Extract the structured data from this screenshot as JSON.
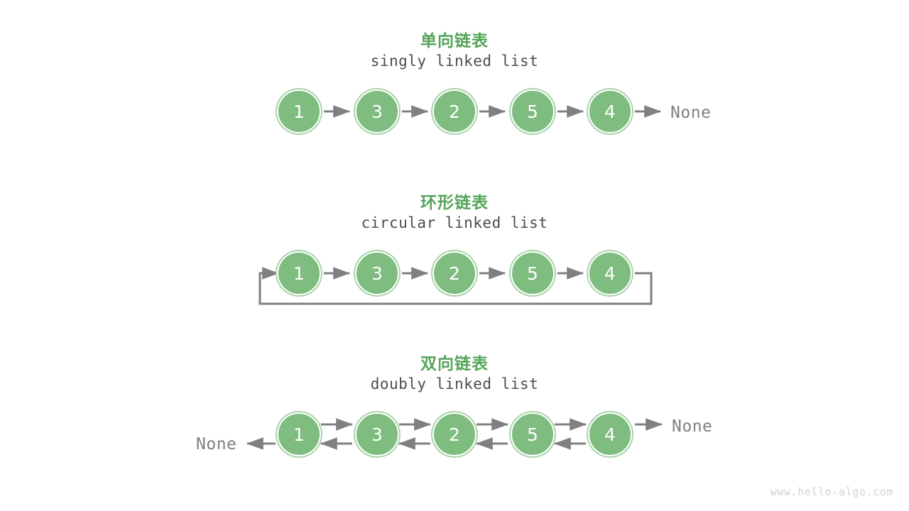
{
  "watermark": "www.hello-algo.com",
  "colors": {
    "node_fill": "#7ebc80",
    "node_ring": "#a9d3aa",
    "title_green": "#55a45a",
    "arrow_gray": "#808080",
    "subtitle_gray": "#4d4d4d",
    "none_gray": "#808080",
    "background": "#ffffff",
    "watermark_gray": "#d2d2d2"
  },
  "sections": [
    {
      "id": "singly",
      "title": "单向链表",
      "subtitle": "singly linked list",
      "values": [
        "1",
        "3",
        "2",
        "5",
        "4"
      ],
      "tail_label": "None",
      "head_label": ""
    },
    {
      "id": "circular",
      "title": "环形链表",
      "subtitle": "circular linked list",
      "values": [
        "1",
        "3",
        "2",
        "5",
        "4"
      ],
      "tail_label": "",
      "head_label": ""
    },
    {
      "id": "doubly",
      "title": "双向链表",
      "subtitle": "doubly linked list",
      "values": [
        "1",
        "3",
        "2",
        "5",
        "4"
      ],
      "tail_label": "None",
      "head_label": "None"
    }
  ],
  "chart_data": {
    "type": "diagram",
    "title": "Linked list variants",
    "diagrams": [
      {
        "name": "singly linked list",
        "title_cn": "单向链表",
        "nodes": [
          1,
          3,
          2,
          5,
          4
        ],
        "links": "forward-only",
        "terminator_right": "None"
      },
      {
        "name": "circular linked list",
        "title_cn": "环形链表",
        "nodes": [
          1,
          3,
          2,
          5,
          4
        ],
        "links": "forward-only-with-loop-back",
        "terminator_right": null
      },
      {
        "name": "doubly linked list",
        "title_cn": "双向链表",
        "nodes": [
          1,
          3,
          2,
          5,
          4
        ],
        "links": "bidirectional",
        "terminator_left": "None",
        "terminator_right": "None"
      }
    ]
  }
}
